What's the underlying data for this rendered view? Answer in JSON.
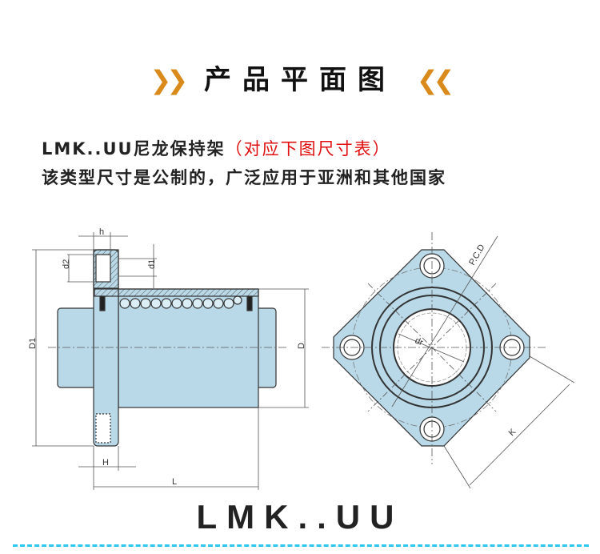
{
  "header": {
    "title": "产品平面图",
    "left_icon": "double-chevron-right-icon",
    "right_icon": "double-chevron-left-icon",
    "accent": "#d98a1a"
  },
  "intro": {
    "line1_main": "LMK..UU尼龙保持架",
    "line1_note": "（对应下图尺寸表）",
    "line2": "该类型尺寸是公制的，广泛应用于亚洲和其他国家"
  },
  "drawing": {
    "side_labels": {
      "h": "h",
      "d2": "d2",
      "d1": "d1",
      "D1": "D1",
      "D": "D",
      "H": "H",
      "L": "L"
    },
    "front_labels": {
      "pcd": "P.C.D",
      "dr": "dr",
      "K": "K"
    },
    "fill_color": "#b9d9e8"
  },
  "footer": {
    "model": "LMK..UU",
    "divider_color": "#2cc6ee"
  }
}
